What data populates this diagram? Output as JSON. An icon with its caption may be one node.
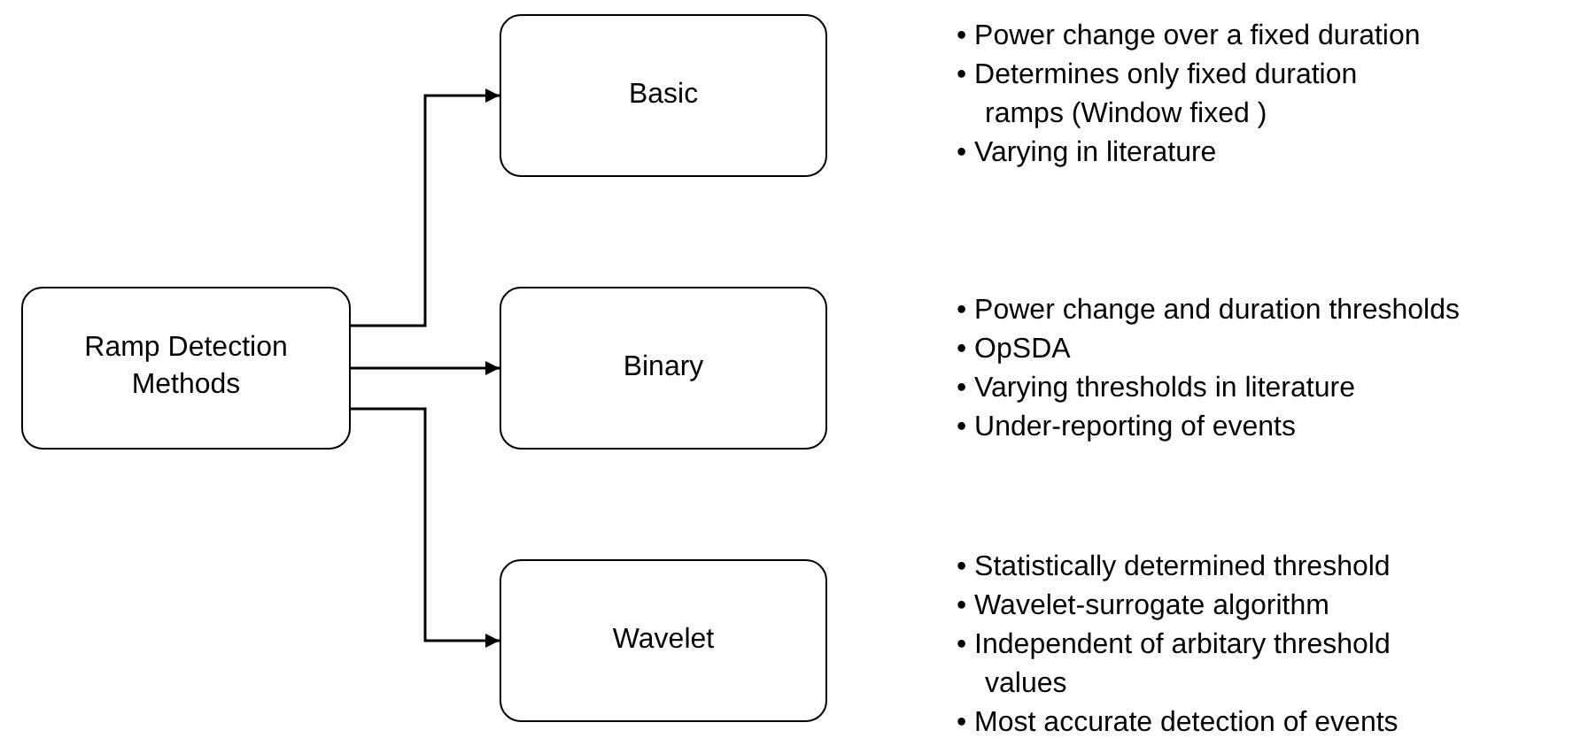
{
  "diagram": {
    "nodes": [
      {
        "text": [
          "Ramp Detection Methods"
        ]
      },
      {
        "text": [
          "Basic"
        ],
        "beside": [
          "• Power change over a fixed duration",
          "• Determines only fixed duration ramps (Window fixed )",
          "• Varying in literature"
        ]
      },
      {
        "text": [
          "Binary"
        ],
        "beside": [
          "• Power change and duration thresholds",
          "• OpSDA",
          "• Varying thresholds in literature",
          "• Under-reporting of events"
        ]
      },
      {
        "text": [
          "Wavelet"
        ],
        "beside": [
          "• Statistically determined threshold",
          "• Wavelet-surrogate algorithm",
          "• Independent of arbitary threshold values",
          "• Most accurate detection of events"
        ]
      }
    ],
    "edges": [
      {
        "from": 0,
        "to": 1,
        "arrow": "to"
      },
      {
        "from": 0,
        "to": 2,
        "arrow": "to"
      },
      {
        "from": 0,
        "to": 3,
        "arrow": "to"
      }
    ]
  }
}
